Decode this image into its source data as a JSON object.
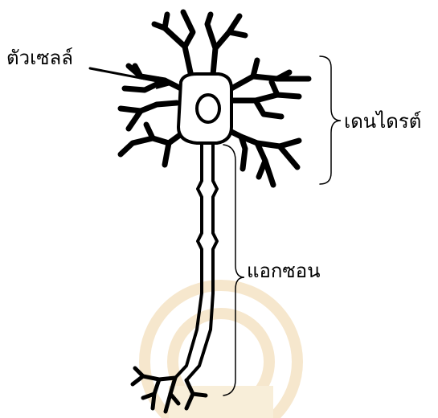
{
  "labels": {
    "cell_body": "ตัวเซลล์",
    "dendrite": "เดนไดรต์",
    "axon": "แอกซอน"
  },
  "colors": {
    "ink": "#000000",
    "watermark": "#f6e7cd"
  }
}
